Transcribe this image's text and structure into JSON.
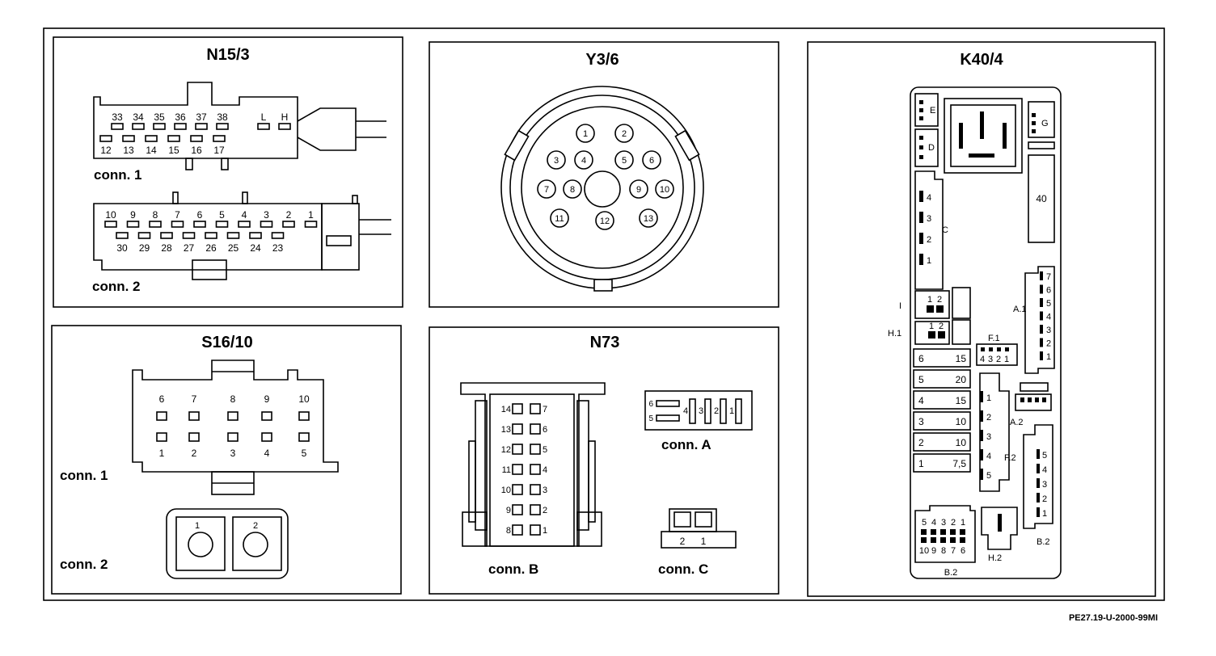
{
  "panels": {
    "n15_3": {
      "title": "N15/3",
      "conn1": {
        "label": "conn. 1",
        "top_pins": [
          "33",
          "34",
          "35",
          "36",
          "37",
          "38"
        ],
        "bottom_pins": [
          "12",
          "13",
          "14",
          "15",
          "16",
          "17"
        ],
        "extra_pins": [
          "L",
          "H"
        ]
      },
      "conn2": {
        "label": "conn. 2",
        "top_pins": [
          "10",
          "9",
          "8",
          "7",
          "6",
          "5",
          "4",
          "3",
          "2",
          "1"
        ],
        "bottom_pins": [
          "30",
          "29",
          "28",
          "27",
          "26",
          "25",
          "24",
          "23"
        ]
      }
    },
    "y3_6": {
      "title": "Y3/6",
      "pins": [
        "1",
        "2",
        "3",
        "4",
        "5",
        "6",
        "7",
        "8",
        "9",
        "10",
        "11",
        "12",
        "13"
      ]
    },
    "k40_4": {
      "title": "K40/4",
      "labels": {
        "e": "E",
        "g": "G",
        "d": "D",
        "c": "C",
        "i": "I",
        "h1": "H.1",
        "a1": "A.1",
        "f1": "F.1",
        "a2": "A.2",
        "f2": "F.2",
        "h2": "H.2",
        "b2_bottom": "B.2",
        "b2_right": "B.2"
      },
      "relay_40": "40",
      "c_pins": [
        "4",
        "3",
        "2",
        "1"
      ],
      "i_pins": [
        "1",
        "2"
      ],
      "h1_pins": [
        "1",
        "2"
      ],
      "a1_pins": [
        "7",
        "6",
        "5",
        "4",
        "3",
        "2",
        "1"
      ],
      "f1_pins": [
        "4",
        "3",
        "2",
        "1"
      ],
      "f2_pins": [
        "1",
        "2",
        "3",
        "4",
        "5"
      ],
      "b2r_pins": [
        "5",
        "4",
        "3",
        "2",
        "1"
      ],
      "b2_top": [
        "5",
        "4",
        "3",
        "2",
        "1"
      ],
      "b2_bot": [
        "10",
        "9",
        "8",
        "7",
        "6"
      ],
      "fuses": [
        {
          "num": "6",
          "amp": "15"
        },
        {
          "num": "5",
          "amp": "20"
        },
        {
          "num": "4",
          "amp": "15"
        },
        {
          "num": "3",
          "amp": "10"
        },
        {
          "num": "2",
          "amp": "10"
        },
        {
          "num": "1",
          "amp": "7,5"
        }
      ]
    },
    "s16_10": {
      "title": "S16/10",
      "conn1": {
        "label": "conn. 1",
        "top_pins": [
          "6",
          "7",
          "8",
          "9",
          "10"
        ],
        "bottom_pins": [
          "1",
          "2",
          "3",
          "4",
          "5"
        ]
      },
      "conn2": {
        "label": "conn. 2",
        "pins": [
          "1",
          "2"
        ]
      }
    },
    "n73": {
      "title": "N73",
      "connB": {
        "label": "conn. B",
        "left_pins": [
          "14",
          "13",
          "12",
          "11",
          "10",
          "9",
          "8"
        ],
        "right_pins": [
          "7",
          "6",
          "5",
          "4",
          "3",
          "2",
          "1"
        ]
      },
      "connA": {
        "label": "conn. A",
        "left_pins": [
          "6",
          "5"
        ],
        "row_pins": [
          "4",
          "3",
          "2",
          "1"
        ]
      },
      "connC": {
        "label": "conn. C",
        "pins": [
          "2",
          "1"
        ]
      }
    }
  },
  "footer_code": "PE27.19-U-2000-99MI"
}
